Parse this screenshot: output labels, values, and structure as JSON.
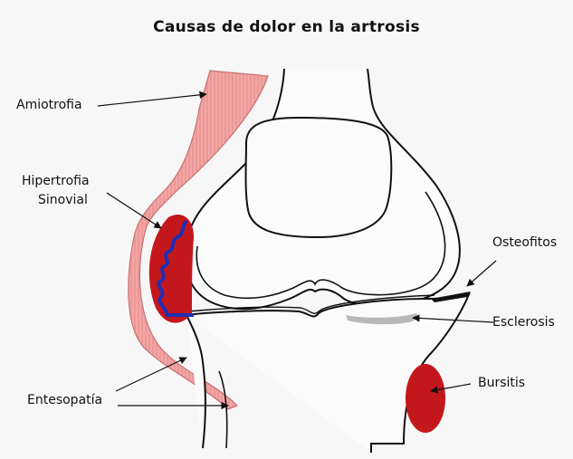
{
  "title": "Causas de dolor en la artrosis",
  "labels": {
    "amiotrofia": "Amiotrofia",
    "hipertrofia_line1": "Hipertrofia",
    "hipertrofia_line2": "Sinovial",
    "entesopatia": "Entesopatía",
    "osteofitos": "Osteofitos",
    "esclerosis": "Esclerosis",
    "bursitis": "Bursitis"
  },
  "colors": {
    "muscle": "#f2a6a6",
    "muscle_stripe": "#e58a8a",
    "synovium": "#c4171c",
    "synovial_line": "#1f2fb4",
    "bursa": "#c4171c",
    "sclerosis": "#b8b8b8",
    "outline": "#111111"
  }
}
